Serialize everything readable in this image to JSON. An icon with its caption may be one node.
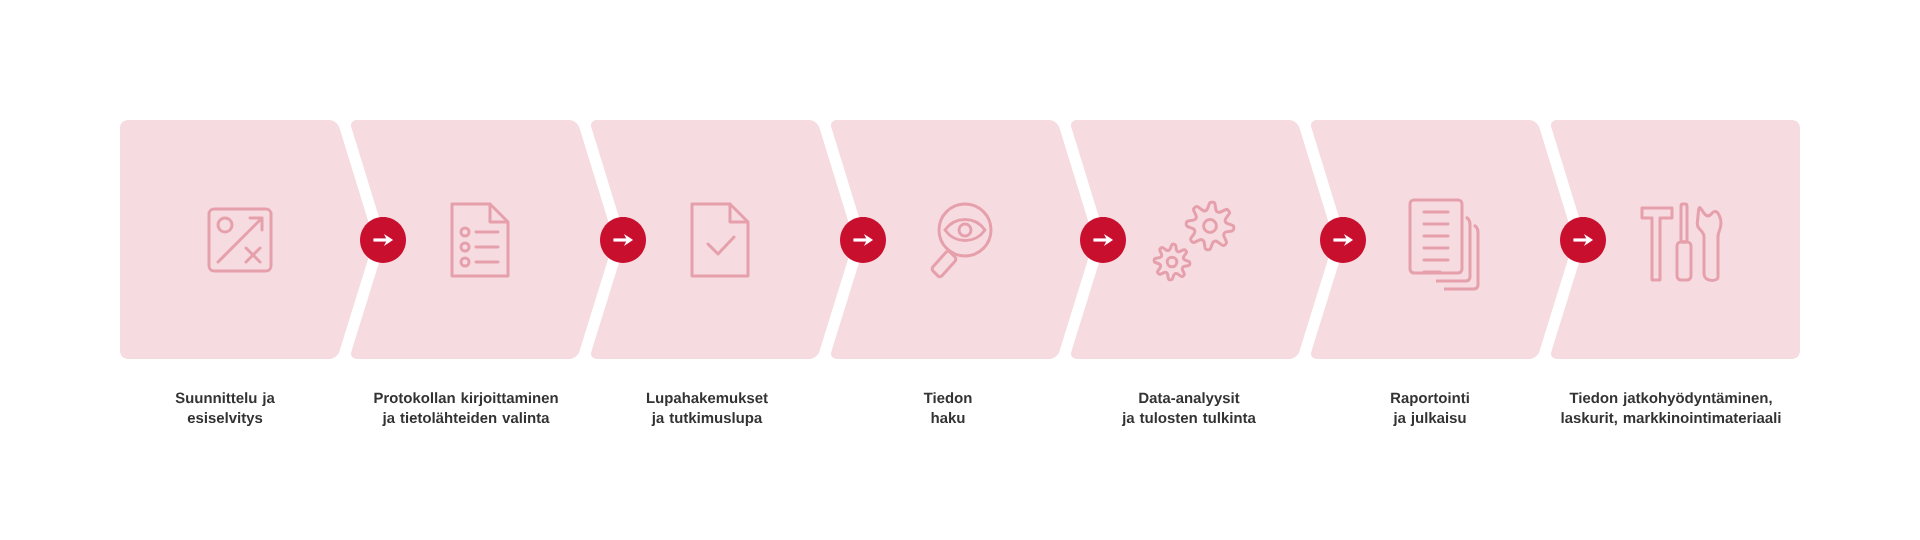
{
  "diagram": {
    "nodes": [
      {
        "text": [
          "Suunnittelu ja esiselvitys"
        ]
      },
      {
        "text": [
          "Protokollan kirjoittaminen ja tietolähteiden valinta"
        ]
      },
      {
        "text": [
          "Lupahakemukset ja tutkimuslupa"
        ]
      },
      {
        "text": [
          "Tiedon haku"
        ]
      },
      {
        "text": [
          "Data-analyysit ja tulosten tulkinta"
        ]
      },
      {
        "text": [
          "Raportointi ja julkaisu"
        ]
      },
      {
        "text": [
          "Tiedon jatkohyödyntäminen, laskurit, markkinointimateriaali"
        ]
      }
    ],
    "edges": [
      {
        "from": 0,
        "to": 1,
        "arrow": "to"
      },
      {
        "from": 1,
        "to": 2,
        "arrow": "to"
      },
      {
        "from": 2,
        "to": 3,
        "arrow": "to"
      },
      {
        "from": 3,
        "to": 4,
        "arrow": "to"
      },
      {
        "from": 4,
        "to": 5,
        "arrow": "to"
      },
      {
        "from": 5,
        "to": 6,
        "arrow": "to"
      }
    ]
  }
}
